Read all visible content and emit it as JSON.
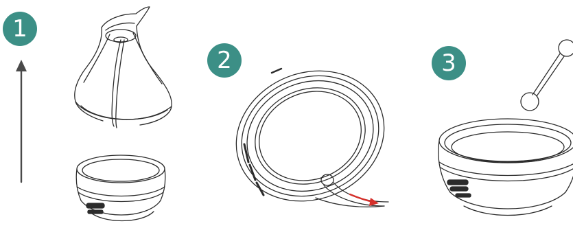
{
  "colors": {
    "badge": "#3c8f86",
    "line": "#2b2b2b",
    "arrow_up": "#4a4a4a",
    "arrow_pull": "#d5302b"
  },
  "steps": [
    {
      "number": "1",
      "icon": "arrow-up-icon"
    },
    {
      "number": "2",
      "icon": "pull-arrow-icon"
    },
    {
      "number": "3",
      "icon": "pestle-icon"
    }
  ]
}
